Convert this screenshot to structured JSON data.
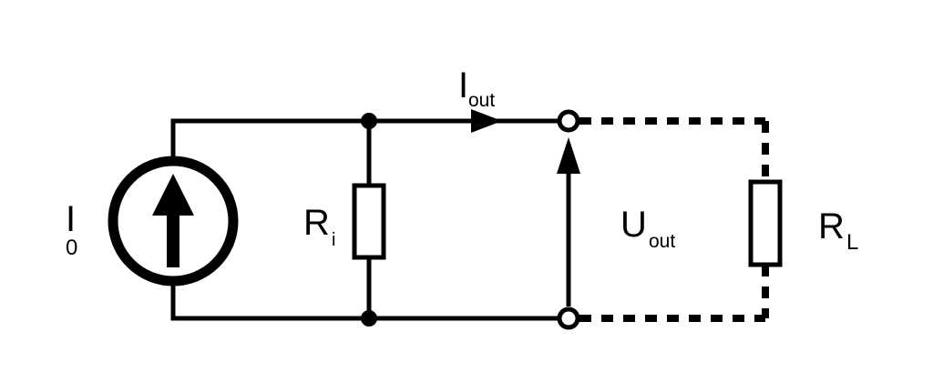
{
  "diagram": {
    "type": "circuit-schematic",
    "description": "Ideal current source with internal resistance driving output terminals and a dashed-connected load resistor",
    "background": "#ffffff",
    "stroke_color": "#000000",
    "labels": {
      "source_current": {
        "main": "I",
        "sub": "0"
      },
      "internal_resistance": {
        "main": "R",
        "sub": "i"
      },
      "output_current": {
        "main": "I",
        "sub": "out"
      },
      "output_voltage": {
        "main": "U",
        "sub": "out"
      },
      "load_resistance": {
        "main": "R",
        "sub": "L"
      }
    }
  }
}
